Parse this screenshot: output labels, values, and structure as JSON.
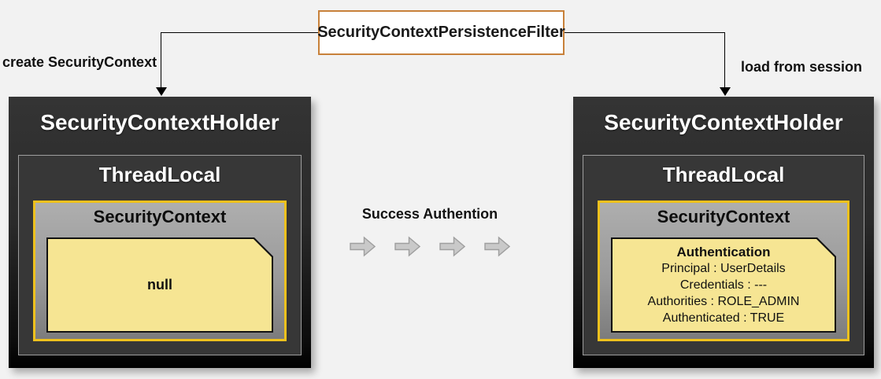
{
  "diagram": {
    "filter": {
      "label": "SecurityContextPersistenceFilter"
    },
    "left_edge_label": "create SecurityContext",
    "right_edge_label": "load from session",
    "center": {
      "label": "Success Authention",
      "arrow_count": 4
    },
    "left_holder": {
      "title": "SecurityContextHolder",
      "thread_local_title": "ThreadLocal",
      "security_context_title": "SecurityContext",
      "note": {
        "value": "null"
      }
    },
    "right_holder": {
      "title": "SecurityContextHolder",
      "thread_local_title": "ThreadLocal",
      "security_context_title": "SecurityContext",
      "note": {
        "title": "Authentication",
        "lines": [
          "Principal : UserDetails",
          "Credentials : ---",
          "Authorities : ROLE_ADMIN",
          "Authenticated : TRUE"
        ]
      }
    },
    "colors": {
      "page_background": "#f2f2f2",
      "filter_border": "#c8813a",
      "holder_top": "#343434",
      "holder_bottom": "#000000",
      "thread_local_bg": "#373737",
      "thread_local_border": "#9e9e9e",
      "security_context_border": "#eec11d",
      "security_context_gray_top": "#aeaeae",
      "security_context_gray_bottom": "#7c7c7c",
      "note_fill": "#f6e593",
      "note_border": "#111111",
      "flow_arrow_fill": "#c9c9c9",
      "flow_arrow_stroke": "#9f9f9f",
      "connector_color": "#000000"
    }
  }
}
